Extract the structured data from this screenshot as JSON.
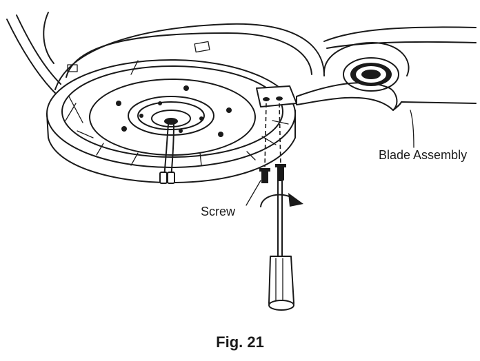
{
  "labels": {
    "blade_assembly": "Blade Assembly",
    "screw": "Screw"
  },
  "caption": "Fig. 21",
  "colors": {
    "line": "#1a1a1a",
    "background": "#ffffff"
  }
}
